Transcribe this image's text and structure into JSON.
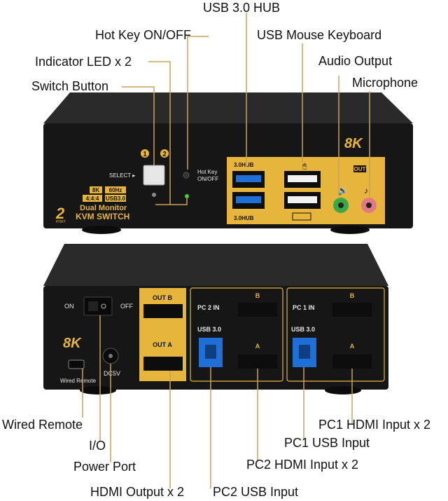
{
  "callouts_top": {
    "usb_hub": "USB 3.0 HUB",
    "hotkey": "Hot Key ON/OFF",
    "usb_mouse_keyboard": "USB Mouse Keyboard",
    "indicator_led": "Indicator LED x 2",
    "audio_output": "Audio Output",
    "switch_button": "Switch Button",
    "microphone": "Microphone"
  },
  "callouts_bottom": {
    "wired_remote": "Wired Remote",
    "io": "I/O",
    "power_port": "Power Port",
    "hdmi_output": "HDMI Output x 2",
    "pc2_usb": "PC2 USB Input",
    "pc2_hdmi": "PC2 HDMI Input x 2",
    "pc1_usb": "PC1 USB Input",
    "pc1_hdmi": "PC1 HDMI Input x 2"
  },
  "front_panel": {
    "badge_8k": "8K",
    "select_label": "SELECT ▸",
    "hotkey_label_1": "Hot Key",
    "hotkey_label_2": "ON/OFF",
    "port1": "1",
    "port2": "2",
    "spec_8k": "8K",
    "spec_60hz": "60Hz",
    "spec_444": "4:4:4",
    "spec_usb": "USB3.0",
    "port_count": "2",
    "port_word": "PORT",
    "title_line1": "Dual Monitor",
    "title_line2": "KVM SWITCH",
    "usb_hub_top": "3.0HUB",
    "usb_hub_bottom": "3.0HUB",
    "out_label": "OUT"
  },
  "rear_panel": {
    "on": "ON",
    "off": "OFF",
    "badge_8k": "8K",
    "wired_remote": "Wired Remote",
    "dc5v": "DC5V",
    "out_b": "OUT B",
    "out_a": "OUT A",
    "pc2_in": "PC 2 IN",
    "pc1_in": "PC 1 IN",
    "usb30_pc2": "USB 3.0",
    "usb30_pc1": "USB 3.0",
    "port_b": "B",
    "port_a": "A"
  },
  "colors": {
    "chassis": "#1b1b1b",
    "gold_panel": "#e7b53c",
    "leader": "#c8a25a",
    "usb_blue": "#1f6fd6",
    "green_jack": "#3aa845",
    "pink_jack": "#e27a86"
  }
}
